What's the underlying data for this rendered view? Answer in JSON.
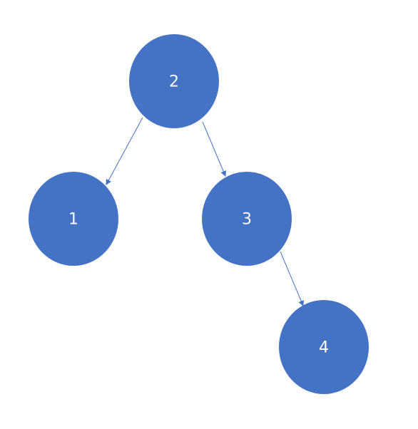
{
  "diagram": {
    "type": "binary-tree",
    "node_color": "#4472C4",
    "label_color": "#FFFFFF",
    "edge_color": "#4472C4",
    "nodes": [
      {
        "id": "n2",
        "label": "2"
      },
      {
        "id": "n1",
        "label": "1"
      },
      {
        "id": "n3",
        "label": "3"
      },
      {
        "id": "n4",
        "label": "4"
      }
    ],
    "edges": [
      {
        "from": "2",
        "to": "1"
      },
      {
        "from": "2",
        "to": "3"
      },
      {
        "from": "3",
        "to": "4"
      }
    ]
  }
}
